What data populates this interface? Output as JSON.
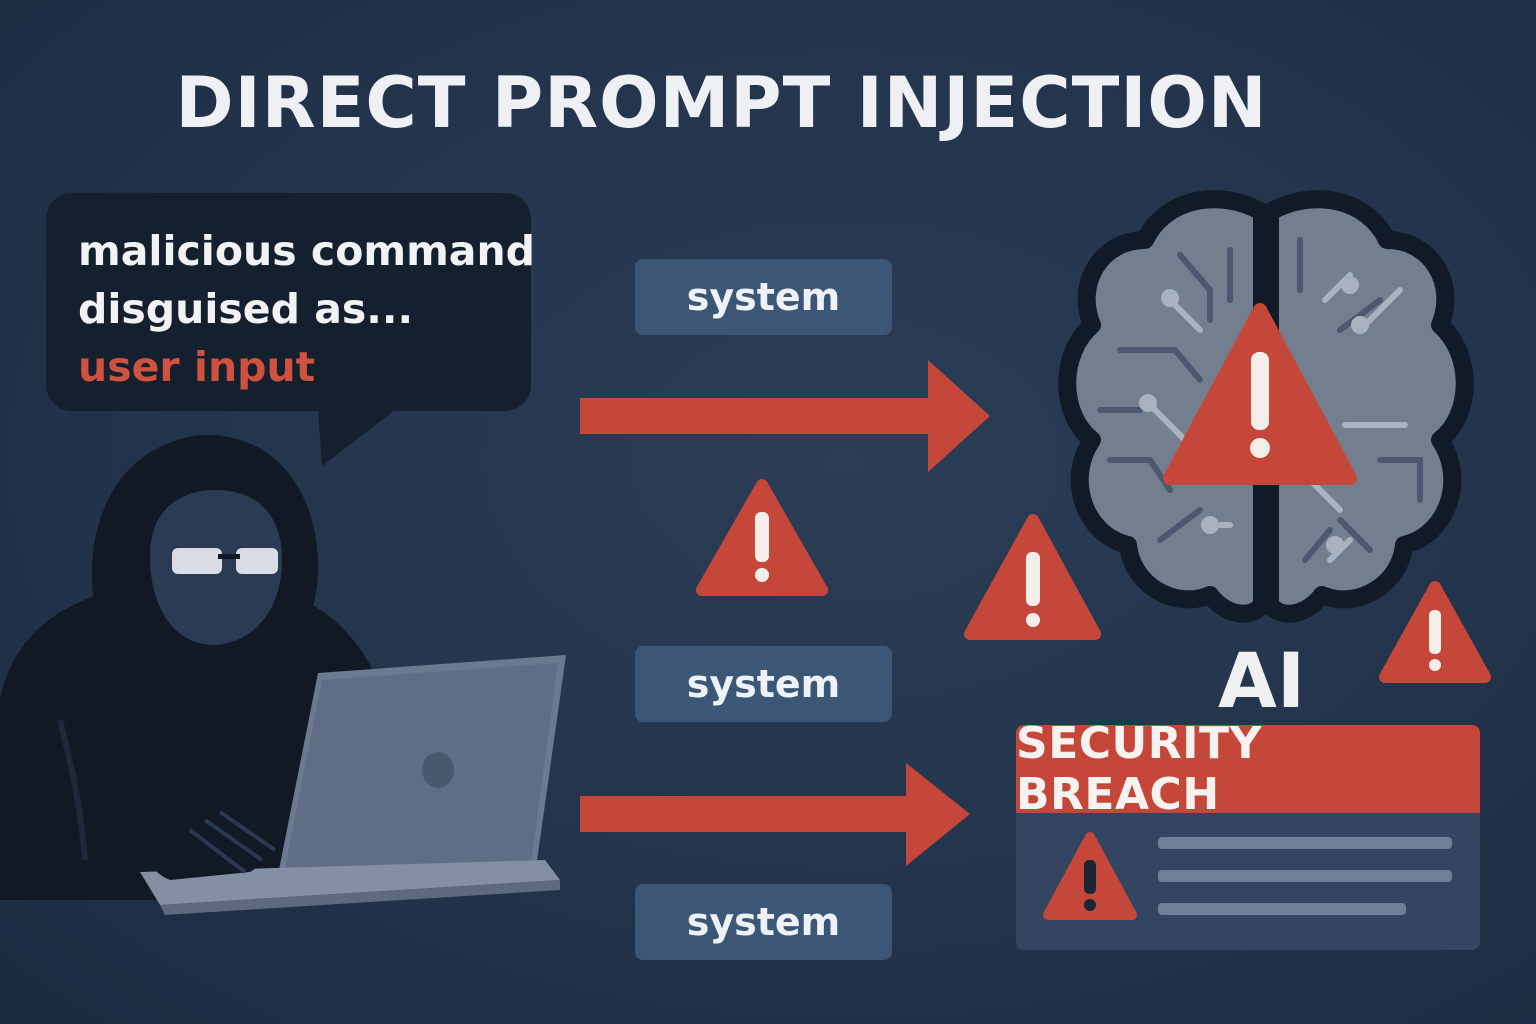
{
  "title": "DIRECT PROMPT INJECTION",
  "bubble": {
    "line1": "malicious command",
    "line2": "disguised as...",
    "line3": "user input"
  },
  "labels": {
    "top": "system",
    "middle": "system",
    "bottom": "system"
  },
  "ai_label": "AI",
  "breach": {
    "header": "SECURITY BREACH"
  },
  "colors": {
    "background": "#23344c",
    "accent_red": "#c5473a",
    "label_box": "#3c5776",
    "bubble": "#15202f",
    "brain": "#737f8f"
  },
  "icons": [
    "hacker-figure",
    "laptop-icon",
    "brain-icon",
    "warning-icon",
    "arrow-icon"
  ]
}
